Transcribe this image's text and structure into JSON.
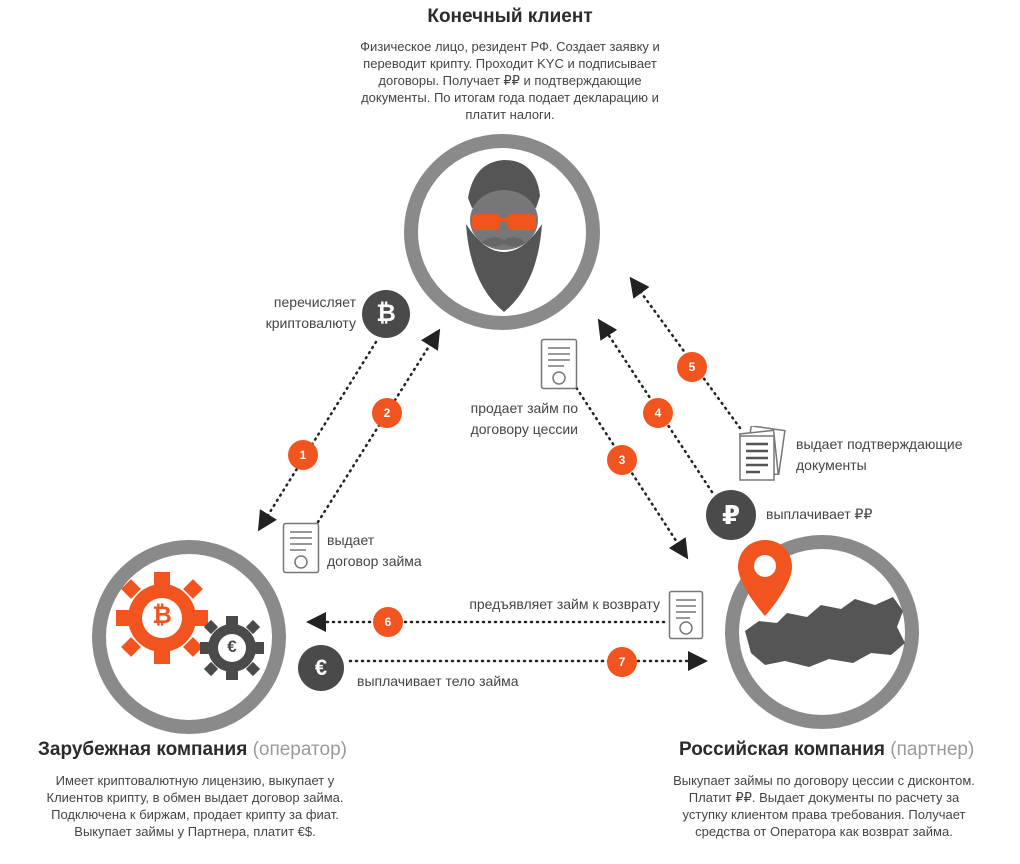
{
  "client": {
    "title": "Конечный клиент",
    "description_lines": [
      "Физическое лицо, резидент РФ. Создает заявку и",
      "переводит крипту. Проходит KYC и подписывает",
      "договоры. Получает ₽₽ и подтверждающие",
      "документы.  По итогам года подает декларацию и",
      "платит налоги."
    ]
  },
  "operator": {
    "title": "Зарубежная компания",
    "subtitle": "(оператор)",
    "description_lines": [
      "Имеет криптовалютную лицензию, выкупает у",
      "Клиентов крипту, в обмен выдает договор займа.",
      "Подключена к биржам, продает крипту за фиат.",
      "Выкупает займы у Партнера, платит €$."
    ]
  },
  "partner": {
    "title": "Российская компания",
    "subtitle": "(партнер)",
    "description_lines": [
      "Выкупает займы по договору цессии с дисконтом.",
      "Платит ₽₽.  Выдает документы по расчету за",
      "уступку клиентом права требования. Получает",
      "средства от Оператора как возврат займа."
    ]
  },
  "steps": {
    "s1": {
      "number": "1",
      "label_lines": [
        "перечисляет",
        "криптовалюту"
      ]
    },
    "s2": {
      "number": "2",
      "label_lines": [
        "выдает",
        "договор займа"
      ]
    },
    "s3": {
      "number": "3",
      "label_lines": [
        "продает займ по",
        "договору цессии"
      ]
    },
    "s4": {
      "number": "4",
      "label_lines": [
        "выплачивает ₽₽"
      ]
    },
    "s5": {
      "number": "5",
      "label_lines": [
        "выдает подтверждающие",
        "документы"
      ]
    },
    "s6": {
      "number": "6",
      "label_lines": [
        "предъявляет займ к возврату"
      ]
    },
    "s7": {
      "number": "7",
      "label_lines": [
        "выплачивает тело займа"
      ]
    }
  },
  "icons": {
    "bitcoin_symbol": "₿",
    "ruble_symbol": "₽",
    "euro_symbol": "€"
  },
  "colors": {
    "accent": "#f2541f",
    "ring": "#8a8a8a",
    "dark": "#4a4a4a"
  }
}
